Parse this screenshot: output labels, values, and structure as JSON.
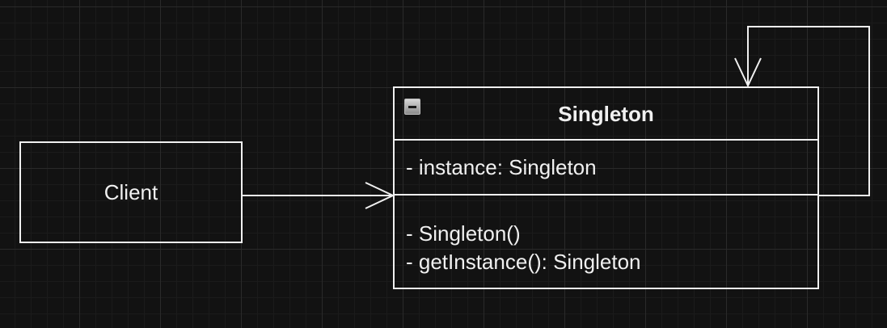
{
  "client": {
    "label": "Client"
  },
  "singleton_class": {
    "name": "Singleton",
    "attributes": [
      "- instance: Singleton"
    ],
    "methods": [
      "- Singleton()",
      "- getInstance(): Singleton"
    ]
  },
  "connectors": [
    {
      "from": "Client",
      "to": "Singleton",
      "kind": "association"
    },
    {
      "from": "Singleton",
      "to": "Singleton",
      "kind": "self-association"
    }
  ],
  "colors": {
    "background": "#121212",
    "stroke": "#f0f0f0",
    "text": "#f0f0f0"
  },
  "icons": {
    "collapse": "minus-square-icon"
  }
}
